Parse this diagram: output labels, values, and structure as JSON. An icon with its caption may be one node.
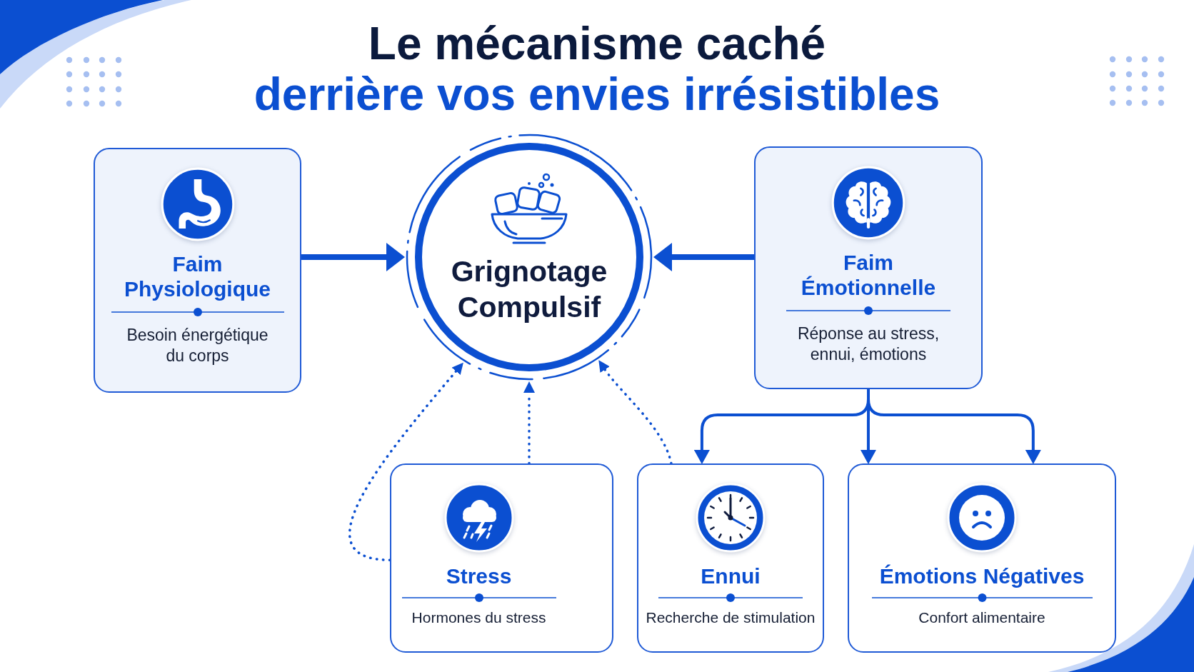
{
  "diagram": {
    "title": "Le mécanisme caché",
    "nodes": [
      {
        "text": [
          "Faim Physiologique",
          "Besoin énergétique du corps"
        ]
      },
      {
        "text": [
          "Grignotage Compulsif"
        ]
      },
      {
        "text": [
          "Faim Émotionnelle",
          "Réponse au stress, ennui, émotions"
        ]
      },
      {
        "text": [
          "Stress",
          "Hormones du stress"
        ]
      },
      {
        "text": [
          "Ennui",
          "Recherche de stimulation"
        ]
      },
      {
        "text": [
          "Émotions Négatives",
          "Confort alimentaire"
        ]
      }
    ],
    "edges": [
      {
        "from": 0,
        "to": 1,
        "arrow": "to",
        "style": "thick"
      },
      {
        "from": 2,
        "to": 1,
        "arrow": "to",
        "style": "thick"
      },
      {
        "from": 2,
        "to": 4,
        "arrow": "to"
      },
      {
        "from": 2,
        "to": 5,
        "arrow": "to"
      },
      {
        "from": 2,
        "to": 5,
        "arrow": "to"
      },
      {
        "from": 3,
        "to": 1,
        "arrow": "to",
        "style": "dashed"
      },
      {
        "from": 3,
        "to": 1,
        "arrow": "to",
        "style": "dashed"
      },
      {
        "from": 4,
        "to": 1,
        "arrow": "to",
        "style": "dashed"
      }
    ],
    "labels": [
      "derrière vos envies irrésistibles"
    ]
  }
}
